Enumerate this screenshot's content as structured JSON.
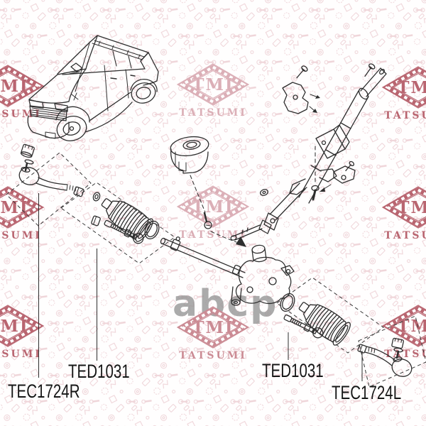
{
  "watermark_logo": {
    "tmi": "TMI",
    "tatsumi": "TATSUMI",
    "strong_color": "#b96570",
    "light_color": "#d9a9b1",
    "mid_color": "#cb8b94"
  },
  "photo_watermark": {
    "text": "abcp",
    "color": "#909090"
  },
  "part_labels": {
    "left_tie_rod_end": "TEC1724R",
    "left_steering_boot_kit": "TED1031",
    "right_steering_boot_kit": "TED1031",
    "right_tie_rod_end": "TEC1724L"
  }
}
